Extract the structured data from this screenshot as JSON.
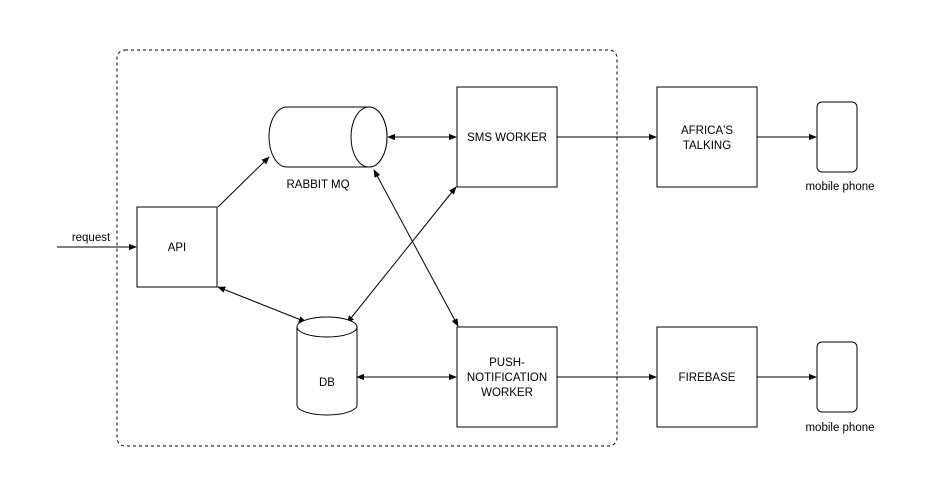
{
  "diagram": {
    "request_label": "request",
    "api_label": "API",
    "rabbit_label": "RABBIT MQ",
    "db_label": "DB",
    "sms_worker_label": "SMS WORKER",
    "push_worker_lines": [
      "PUSH-",
      "NOTIFICATION",
      "WORKER"
    ],
    "africas_talking_lines": [
      "AFRICA'S",
      "TALKING"
    ],
    "firebase_label": "FIREBASE",
    "mobile_phone_top_label": "mobile phone",
    "mobile_phone_bottom_label": "mobile phone"
  }
}
